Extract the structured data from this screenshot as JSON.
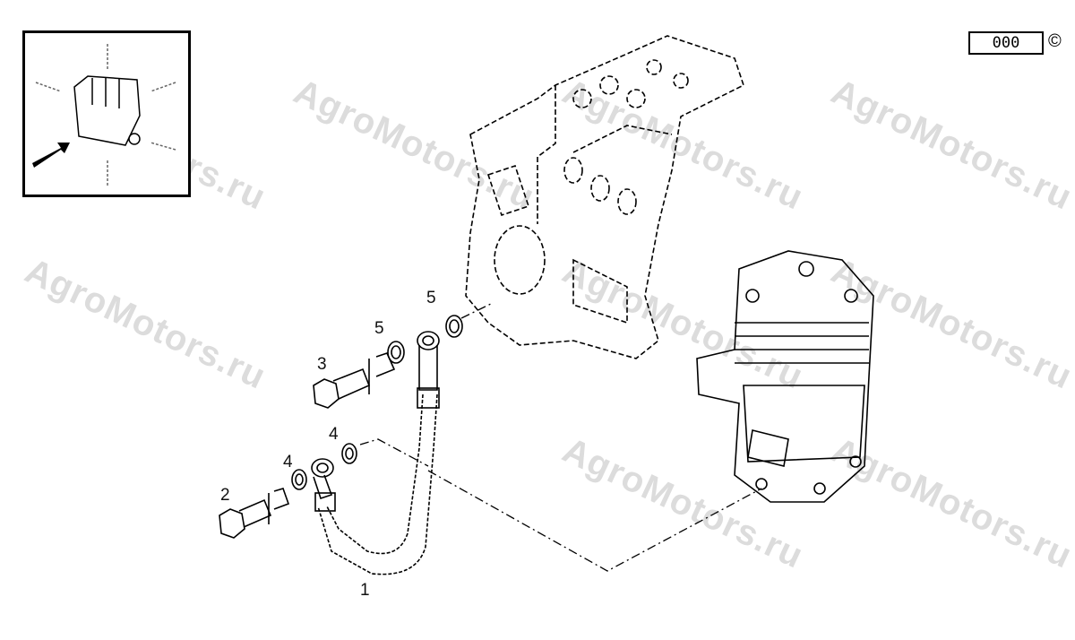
{
  "watermark": "AgroMotors.ru",
  "page_code": "000",
  "copyright_symbol": "©",
  "callouts": {
    "hose": "1",
    "bolt_lower": "2",
    "bolt_upper": "3",
    "washer_lower_a": "4",
    "washer_lower_b": "4",
    "washer_upper_a": "5",
    "washer_upper_b": "5"
  }
}
